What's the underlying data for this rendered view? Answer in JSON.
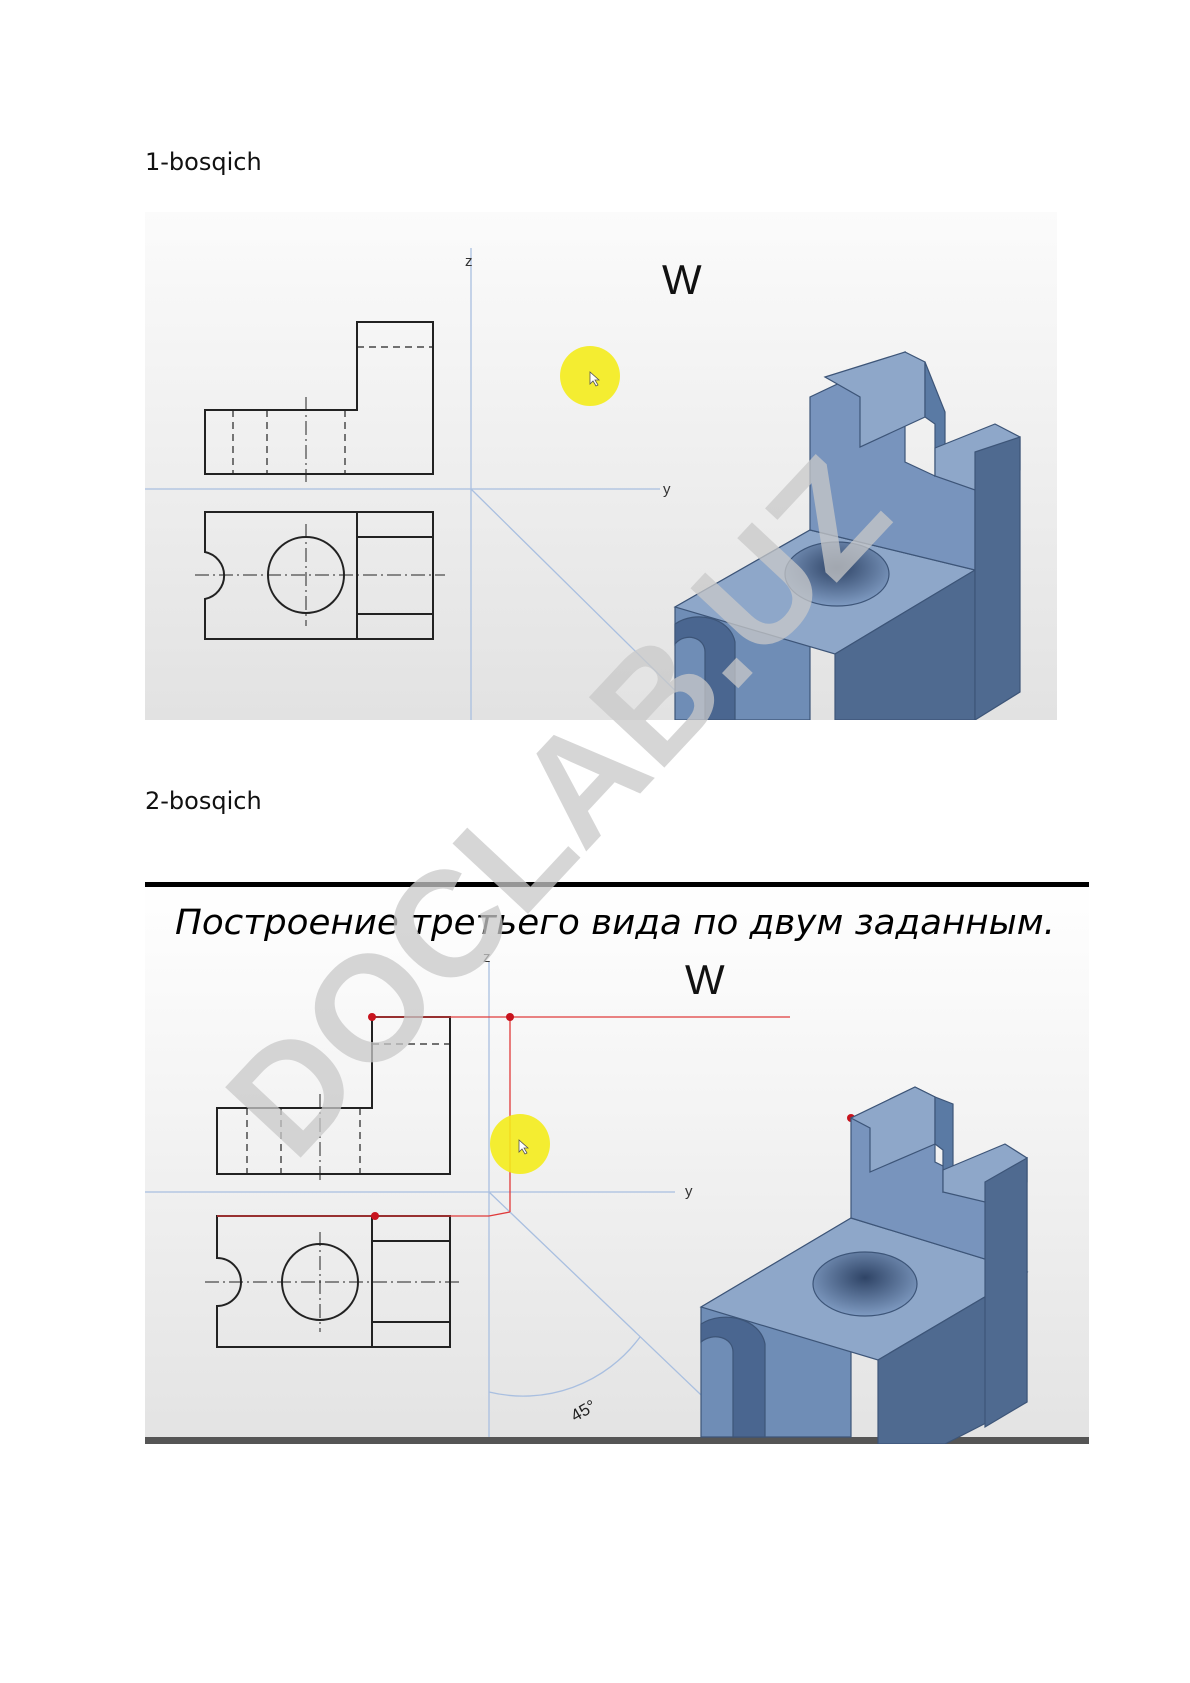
{
  "steps": [
    {
      "label": "1-bosqich",
      "figure": {
        "axis_z": "z",
        "axis_y": "y",
        "view_label": "W"
      }
    },
    {
      "label": "2-bosqich",
      "figure": {
        "title": "Построение третьего вида по двум заданным.",
        "axis_z": "z",
        "axis_y": "y",
        "view_label": "W",
        "angle_label": "45°"
      }
    }
  ],
  "watermark": "DOCLAB.UZ",
  "colors": {
    "part_face_light": "#8ea7c9",
    "part_face_mid": "#6f8db6",
    "part_face_dark": "#4f6a90",
    "axis_line": "#a9bfe0",
    "construction_line": "#e03a3a",
    "cursor_highlight": "#f4ec1c",
    "watermark": "#cfcfcf"
  }
}
